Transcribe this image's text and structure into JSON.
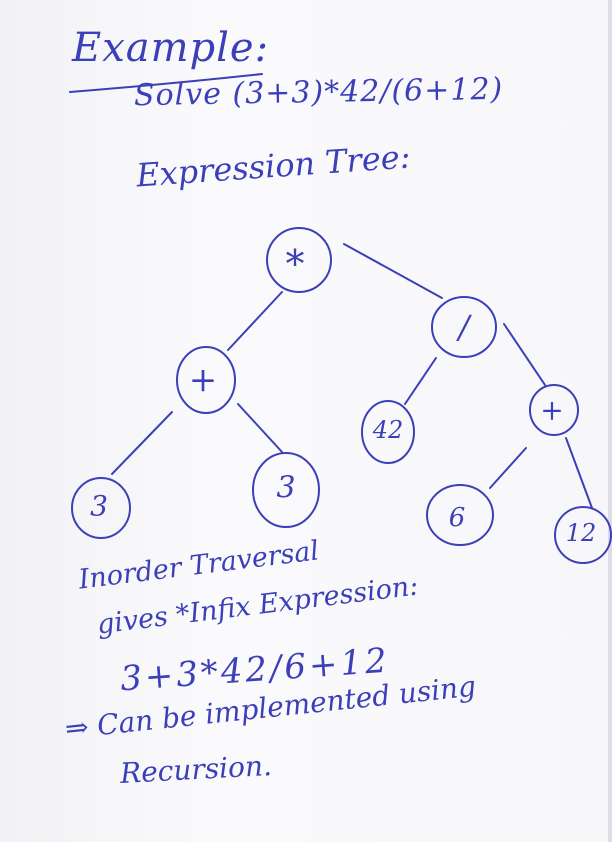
{
  "heading": "Example:",
  "problem": "Solve (3+3)*42/(6+12)",
  "subheading": "Expression Tree:",
  "tree": {
    "root": "*",
    "root_left": "+",
    "root_right": "/",
    "plus_left": "3",
    "plus_right": "3",
    "div_left": "42",
    "div_right": "+",
    "plus2_left": "6",
    "plus2_right": "12"
  },
  "inorder_line1": "Inorder Traversal",
  "inorder_line2": "gives *Infix Expression:",
  "expression": "3+3*42/6+12",
  "note_line1": "⇒ Can be implemented using",
  "note_line2": "Recursion.",
  "colors": {
    "ink": "#3b3fb8",
    "paper": "#f7f7fa"
  }
}
